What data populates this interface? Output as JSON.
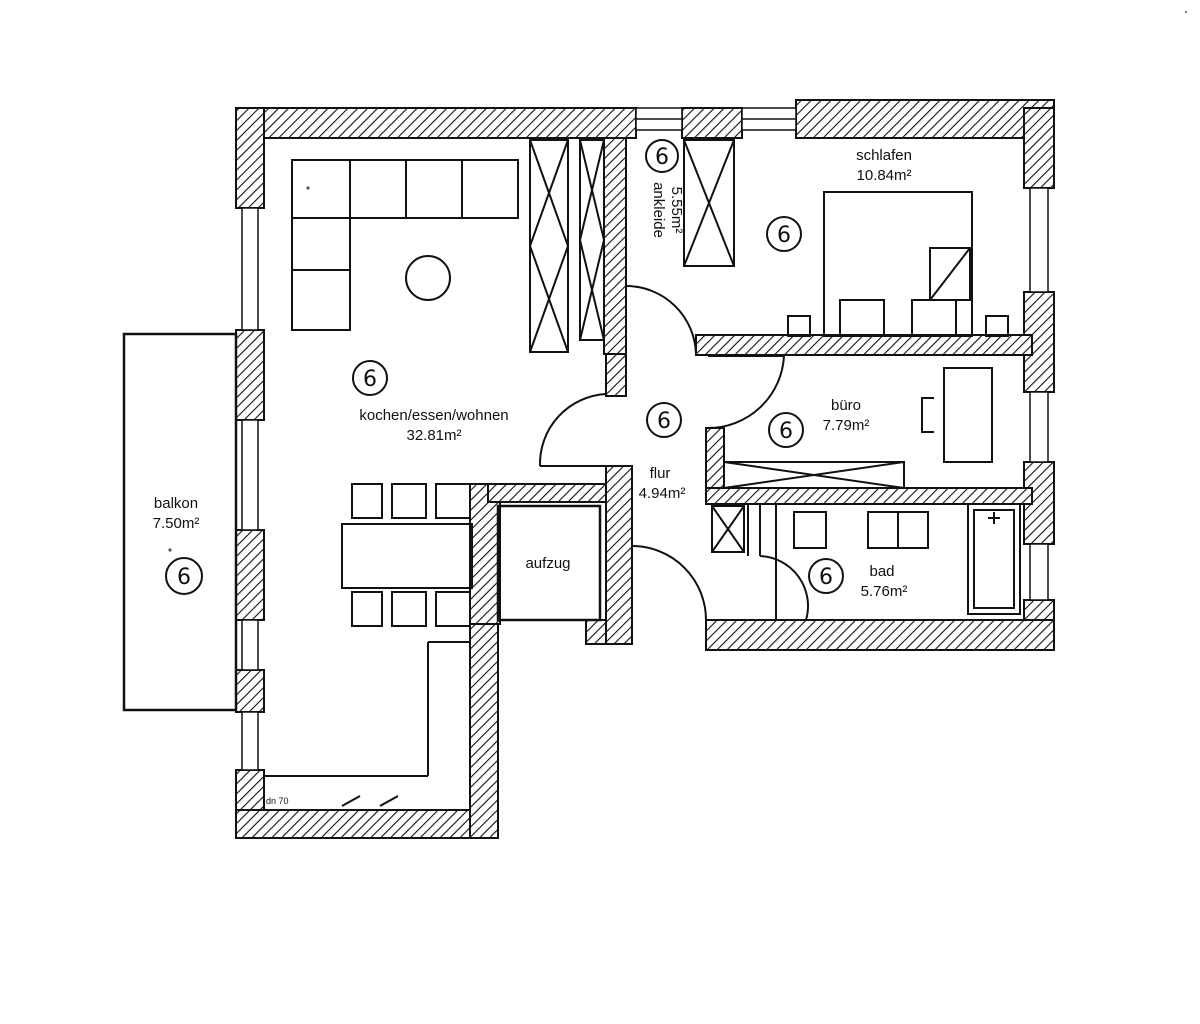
{
  "rooms": {
    "living": {
      "name": "kochen/essen/wohnen",
      "area": "32.81m²",
      "mark": "6"
    },
    "balcony": {
      "name": "balkon",
      "area": "7.50m²",
      "mark": "6"
    },
    "dressing": {
      "name": "ankleide",
      "area": "5.55m²",
      "mark": "6"
    },
    "bedroom": {
      "name": "schlafen",
      "area": "10.84m²",
      "mark": "6"
    },
    "hall": {
      "name": "flur",
      "area": "4.94m²",
      "mark": "6"
    },
    "office": {
      "name": "büro",
      "area": "7.79m²",
      "mark": "6"
    },
    "bath": {
      "name": "bad",
      "area": "5.76m²",
      "mark": "6"
    },
    "elevator": {
      "name": "aufzug"
    }
  },
  "notes": {
    "stair_note": "dn 70"
  }
}
